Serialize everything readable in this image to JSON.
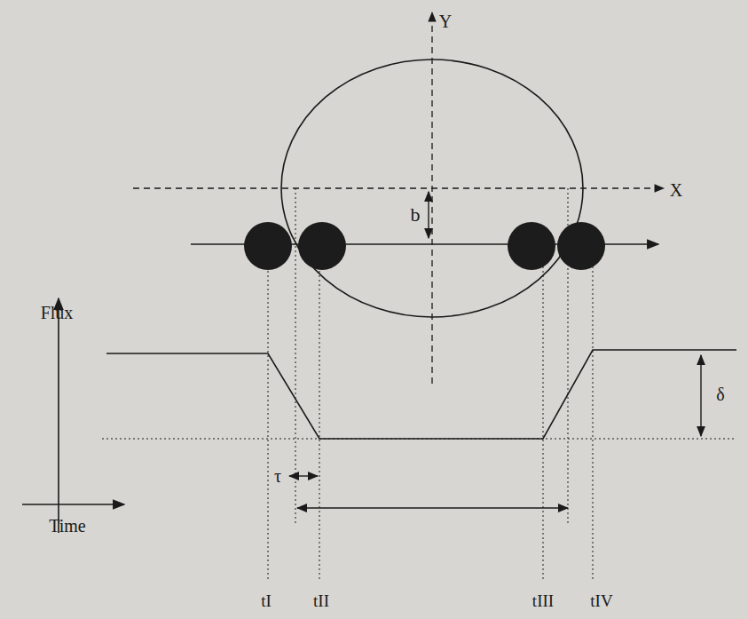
{
  "diagram": {
    "labels": [
      "Y",
      "X",
      "b",
      "Flux",
      "Time",
      "τ",
      "δ",
      "tI",
      "tII",
      "tIII",
      "tIV"
    ]
  }
}
